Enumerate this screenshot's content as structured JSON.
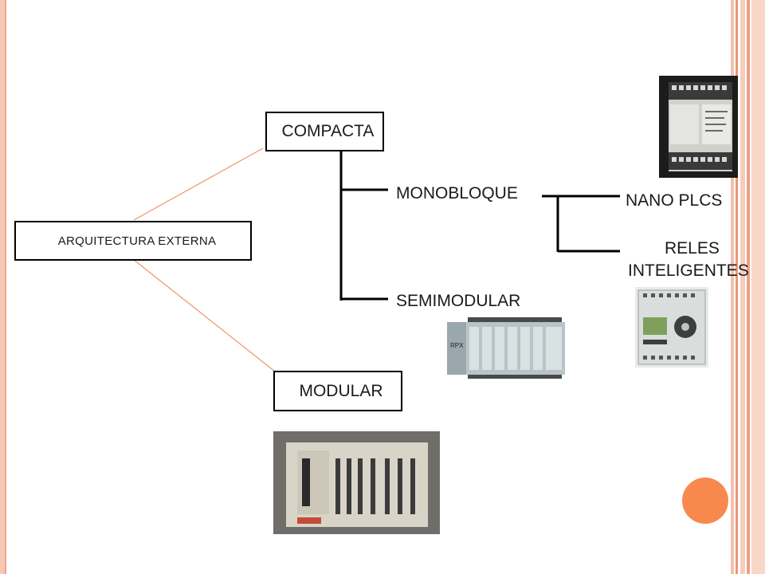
{
  "nodes": {
    "root": "ARQUITECTURA EXTERNA",
    "compacta": "COMPACTA",
    "modular": "MODULAR",
    "monobloque": "MONOBLOQUE",
    "semimodular": "SEMIMODULAR",
    "nano_plcs": "NANO PLCS",
    "reles_line1": "RELES",
    "reles_line2": "INTELIGENTES"
  },
  "colors": {
    "connector_orange": "#f0936a",
    "accent_circle": "#f7894f",
    "tree_lines": "#000000"
  },
  "images": {
    "nano_plc": "nano-plc-photo",
    "smart_relay": "smart-relay-photo",
    "semimodular_plc": "semimodular-plc-photo",
    "modular_plc": "modular-plc-photo"
  }
}
